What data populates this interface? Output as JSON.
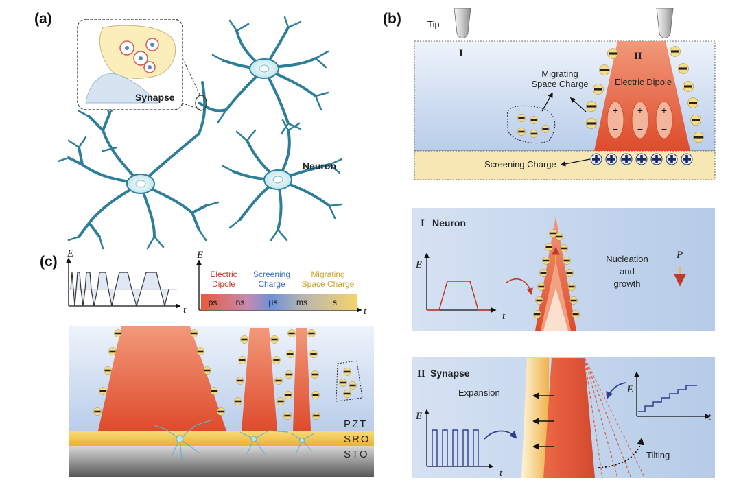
{
  "panels": {
    "a": "(a)",
    "b": "(b)",
    "c": "(c)"
  },
  "panel_a": {
    "synapse": "Synapse",
    "neuron": "Neuron"
  },
  "panel_b": {
    "tip": "Tip",
    "roman_one": "I",
    "roman_two": "II",
    "migrating_line1": "Migrating",
    "migrating_line2": "Space Charge",
    "electric_dipole": "Electric Dipole",
    "screening_charge": "Screening Charge"
  },
  "panel_neuron": {
    "roman": "I",
    "title": "Neuron",
    "axis_e": "E",
    "axis_t": "t",
    "text_line1": "Nucleation",
    "text_line2": "and",
    "text_line3": "growth",
    "p_symbol": "P"
  },
  "panel_synapse": {
    "roman": "II",
    "title": "Synapse",
    "expansion": "Expansion",
    "tilting": "Tilting",
    "axis_e": "E",
    "axis_t": "t"
  },
  "panel_c": {
    "axis_e": "E",
    "axis_t": "t",
    "timescale_labels": {
      "electric_line1": "Electric",
      "electric_line2": "Dipole",
      "screening_line1": "Screening",
      "screening_line2": "Charge",
      "migrating_line1": "Migrating",
      "migrating_line2": "Space Charge"
    },
    "ticks": [
      "ps",
      "ns",
      "μs",
      "ms",
      "s"
    ],
    "layers": {
      "pzt": "PZT",
      "sro": "SRO",
      "sto": "STO"
    }
  },
  "colors": {
    "domain_red": "#e0553a",
    "dendrite": "#2e7e9a",
    "electric_dipole_text": "#c0392b",
    "screening_text": "#3a6fc4",
    "migrating_text": "#c9a22b",
    "substrate_yellow": "#f7e7b5"
  }
}
